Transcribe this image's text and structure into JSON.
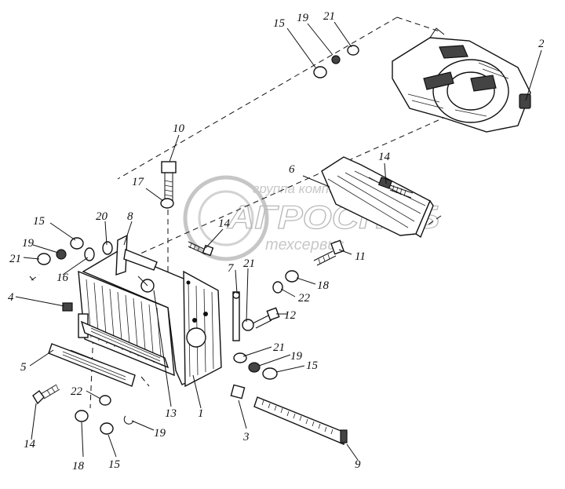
{
  "watermark": {
    "company": "группа компаний",
    "brand": "АГРОСНАБ",
    "sub": "техсервис"
  },
  "callouts": {
    "c1": "1",
    "c2": "2",
    "c3": "3",
    "c4": "4",
    "c5": "5",
    "c6": "6",
    "c7": "7",
    "c8": "8",
    "c9": "9",
    "c10": "10",
    "c11": "11",
    "c12": "12",
    "c13": "13",
    "c14a": "14",
    "c14b": "14",
    "c14c": "14",
    "c15a": "15",
    "c15b": "15",
    "c15c": "15",
    "c15d": "15",
    "c16": "16",
    "c17": "17",
    "c18a": "18",
    "c18b": "18",
    "c19a": "19",
    "c19b": "19",
    "c19c": "19",
    "c19d": "19",
    "c20": "20",
    "c21a": "21",
    "c21b": "21",
    "c21c": "21",
    "c21d": "21",
    "c22a": "22",
    "c22b": "22"
  }
}
